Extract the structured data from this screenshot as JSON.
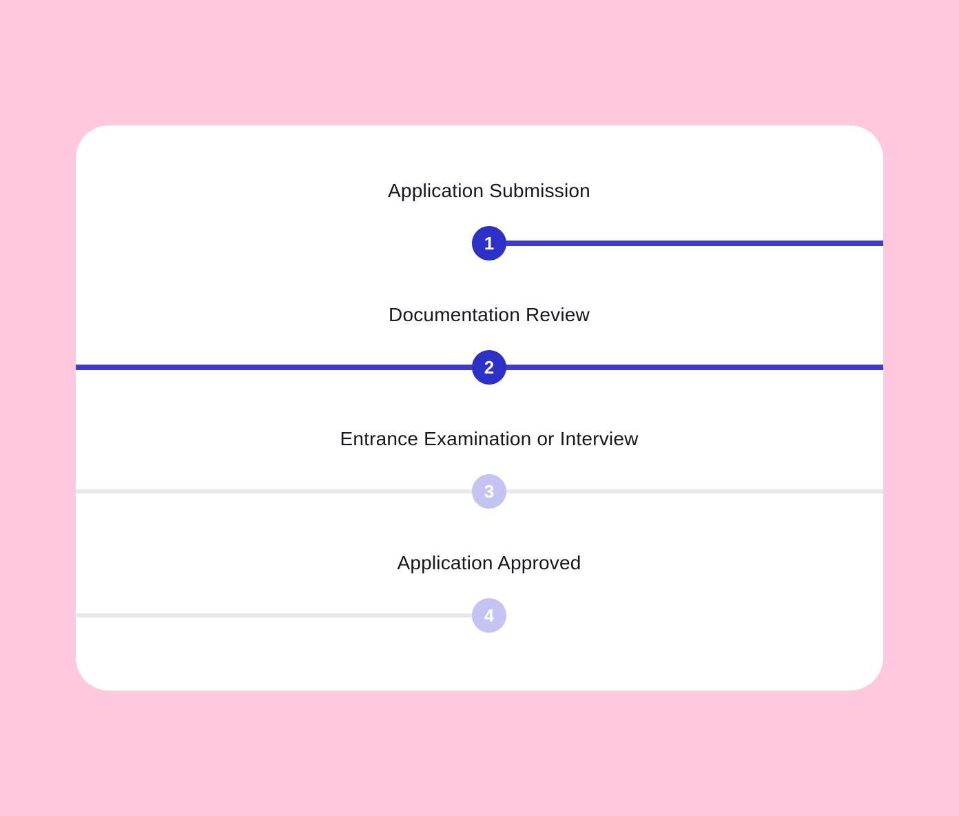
{
  "colors": {
    "background": "#ffc8dd",
    "card": "#ffffff",
    "active_circle": "#2c30c4",
    "active_line": "#3d3bd3",
    "inactive_circle": "#c5c3f1",
    "inactive_line": "#e9e9ec",
    "title_text": "#16171d",
    "number_text": "#ffffff"
  },
  "steps": [
    {
      "number": "1",
      "title": "Application Submission",
      "state": "active",
      "line_left": false,
      "line_right": true
    },
    {
      "number": "2",
      "title": "Documentation Review",
      "state": "active",
      "line_left": true,
      "line_right": true
    },
    {
      "number": "3",
      "title": "Entrance Examination or Interview",
      "state": "inactive",
      "line_left": true,
      "line_right": true
    },
    {
      "number": "4",
      "title": "Application Approved",
      "state": "inactive",
      "line_left": true,
      "line_right": false
    }
  ]
}
